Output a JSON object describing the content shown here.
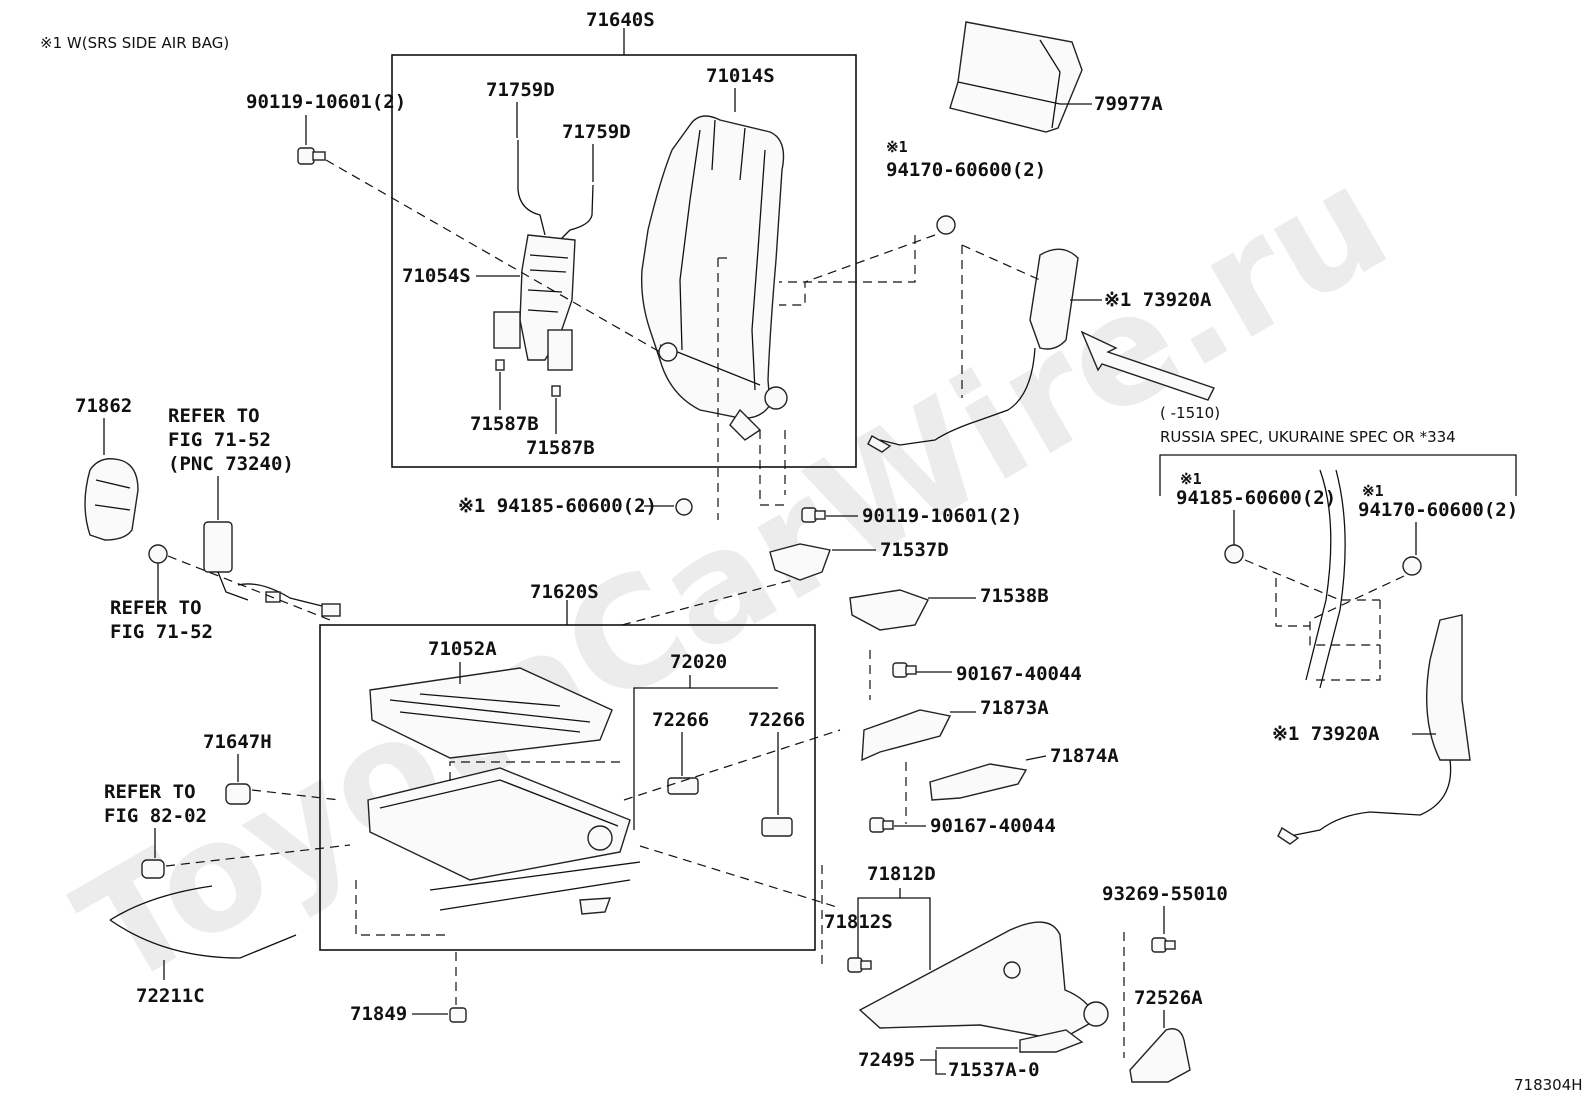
{
  "watermark": "ToyotaCarWire.ru",
  "note_top": "※1 W(SRS SIDE AIR BAG)",
  "diagram_id": "718304H",
  "labels": {
    "p71640S": "71640S",
    "p71759D_a": "71759D",
    "p71759D_b": "71759D",
    "p71014S": "71014S",
    "p79977A": "79977A",
    "p90119_top": "90119-10601(2)",
    "p94170_top_mark": "※1",
    "p94170_top": "94170-60600(2)",
    "p71054S": "71054S",
    "p73920A_top": "※1 73920A",
    "p71587B_a": "71587B",
    "p71587B_b": "71587B",
    "p71862": "71862",
    "refer_1_a": "REFER TO",
    "refer_1_b": "FIG 71-52",
    "refer_1_c": "(PNC 73240)",
    "p94185_mid": "※1 94185-60600(2)",
    "p90119_mid": "90119-10601(2)",
    "p71537D": "71537D",
    "refer_2_a": "REFER TO",
    "refer_2_b": "FIG 71-52",
    "p71620S": "71620S",
    "p71538B": "71538B",
    "p71052A": "71052A",
    "p72020": "72020",
    "p90167_a": "90167-40044",
    "p72266_a": "72266",
    "p72266_b": "72266",
    "p71873A": "71873A",
    "p71647H": "71647H",
    "p71874A": "71874A",
    "refer_3_a": "REFER TO",
    "refer_3_b": "FIG 82-02",
    "p90167_b": "90167-40044",
    "p71812D": "71812D",
    "p71812S": "71812S",
    "p93269": "93269-55010",
    "p72211C": "72211C",
    "p72526A": "72526A",
    "p71849": "71849",
    "p72495": "72495",
    "p71537A": "71537A-0"
  },
  "inset": {
    "range": "(      -1510)",
    "spec": "RUSSIA SPEC, UKURAINE SPEC OR *334",
    "p94185_mark": "※1",
    "p94185": "94185-60600(2)",
    "p94170_mark": "※1",
    "p94170": "94170-60600(2)",
    "p73920A": "※1 73920A"
  }
}
